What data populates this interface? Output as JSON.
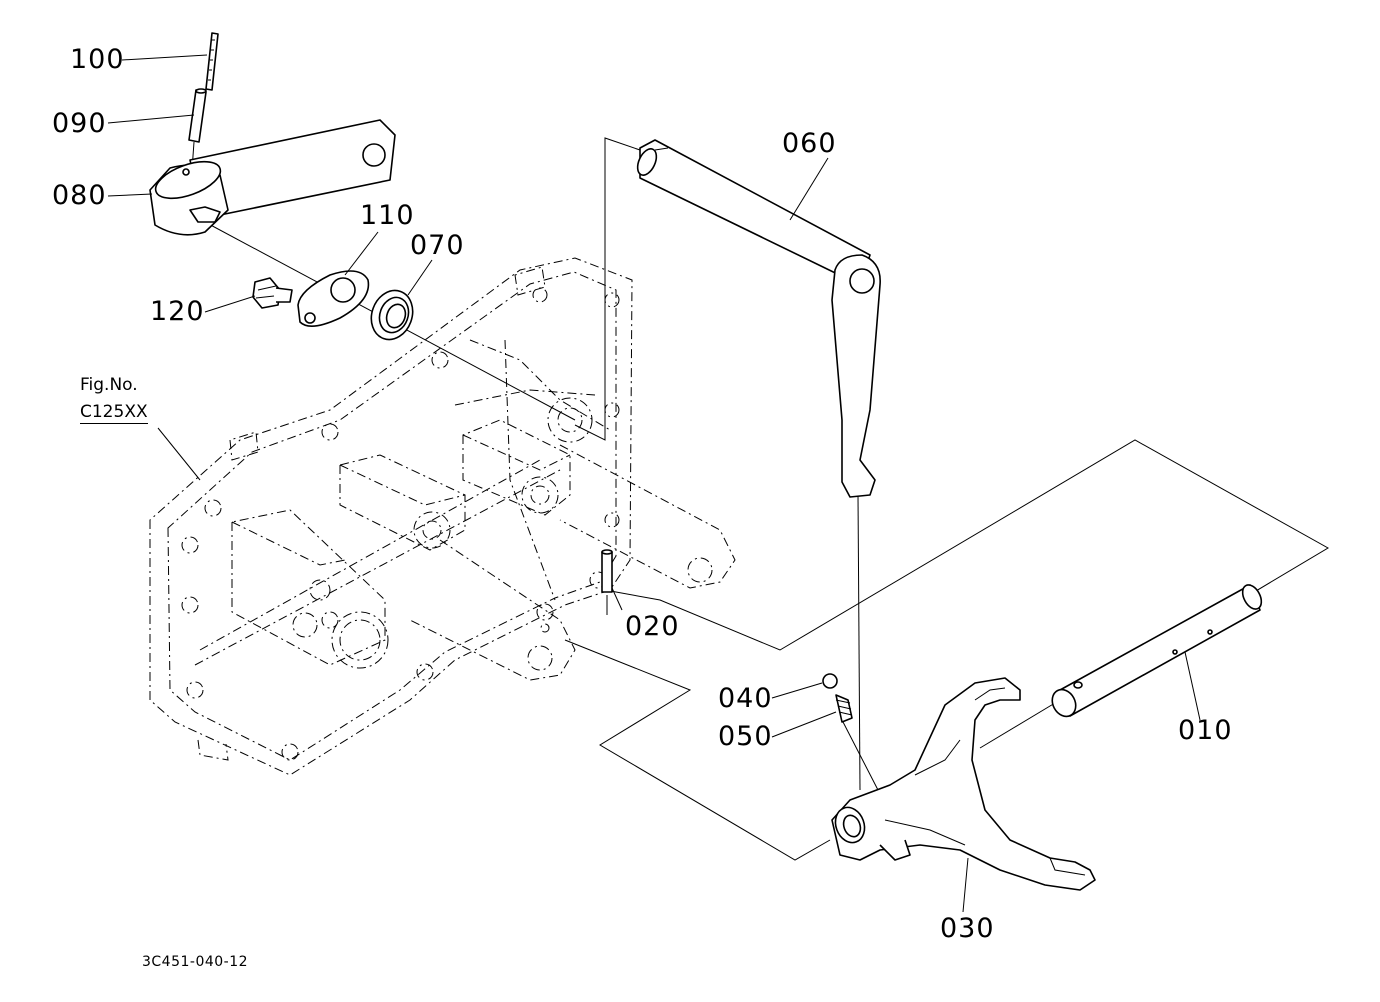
{
  "figure": {
    "ref_label": "Fig.No.",
    "ref_code": "C125XX",
    "drawing_code": "3C451-040-12"
  },
  "parts": [
    {
      "id": "p100",
      "label": "100"
    },
    {
      "id": "p090",
      "label": "090"
    },
    {
      "id": "p080",
      "label": "080"
    },
    {
      "id": "p110",
      "label": "110"
    },
    {
      "id": "p070",
      "label": "070"
    },
    {
      "id": "p120",
      "label": "120"
    },
    {
      "id": "p060",
      "label": "060"
    },
    {
      "id": "p020",
      "label": "020"
    },
    {
      "id": "p040",
      "label": "040"
    },
    {
      "id": "p050",
      "label": "050"
    },
    {
      "id": "p010",
      "label": "010"
    },
    {
      "id": "p030",
      "label": "030"
    }
  ]
}
